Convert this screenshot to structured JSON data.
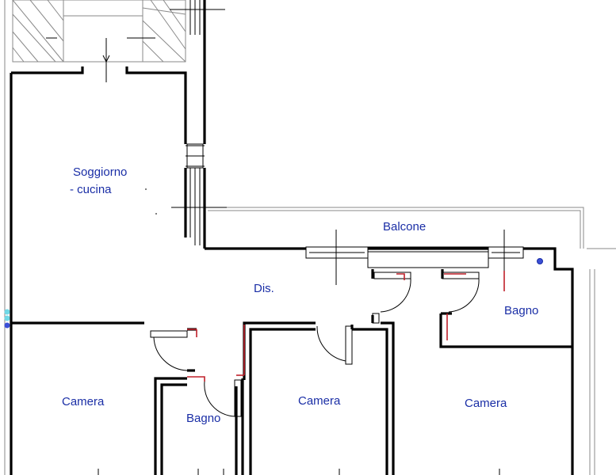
{
  "rooms": [
    {
      "id": "soggiorno",
      "lines": [
        "Soggiorno",
        "- cucina"
      ]
    },
    {
      "id": "balcone",
      "lines": [
        "Balcone"
      ]
    },
    {
      "id": "dis",
      "lines": [
        "Dis."
      ]
    },
    {
      "id": "bagno-right",
      "lines": [
        "Bagno"
      ]
    },
    {
      "id": "camera-left",
      "lines": [
        "Camera"
      ]
    },
    {
      "id": "bagno-center",
      "lines": [
        "Bagno"
      ]
    },
    {
      "id": "camera-center",
      "lines": [
        "Camera"
      ]
    },
    {
      "id": "camera-right",
      "lines": [
        "Camera"
      ]
    }
  ],
  "colors": {
    "label": "#1a2ea6",
    "wall": "#000000",
    "door_frame": "#c0202a",
    "fixture_blue": "#3b4fd6",
    "marker_cyan": "#6fd8e6"
  },
  "icons": [
    "stair-flight",
    "window-symbol",
    "door-swing",
    "outlet-dot"
  ]
}
